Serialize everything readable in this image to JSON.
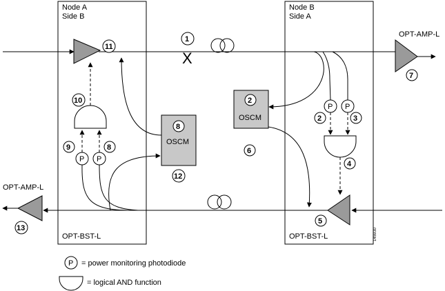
{
  "nodes": [
    {
      "name": "Node A",
      "side": "Side B",
      "booster": "OPT-BST-L"
    },
    {
      "name": "Node B",
      "side": "Side A",
      "booster": "OPT-BST-L"
    }
  ],
  "external_labels": {
    "amp_right": "OPT-AMP-L",
    "amp_left": "OPT-AMP-L"
  },
  "oscm_label": "OSCM",
  "photodiode_symbol": "P",
  "fiber_cut_mark": "X",
  "callouts": [
    "1",
    "2",
    "3",
    "4",
    "5",
    "6",
    "7",
    "8",
    "9",
    "10",
    "11",
    "12",
    "13"
  ],
  "legend": {
    "photodiode": "= power monitoring photodiode",
    "and_gate": "= logical AND function"
  },
  "figure_id": "145930"
}
